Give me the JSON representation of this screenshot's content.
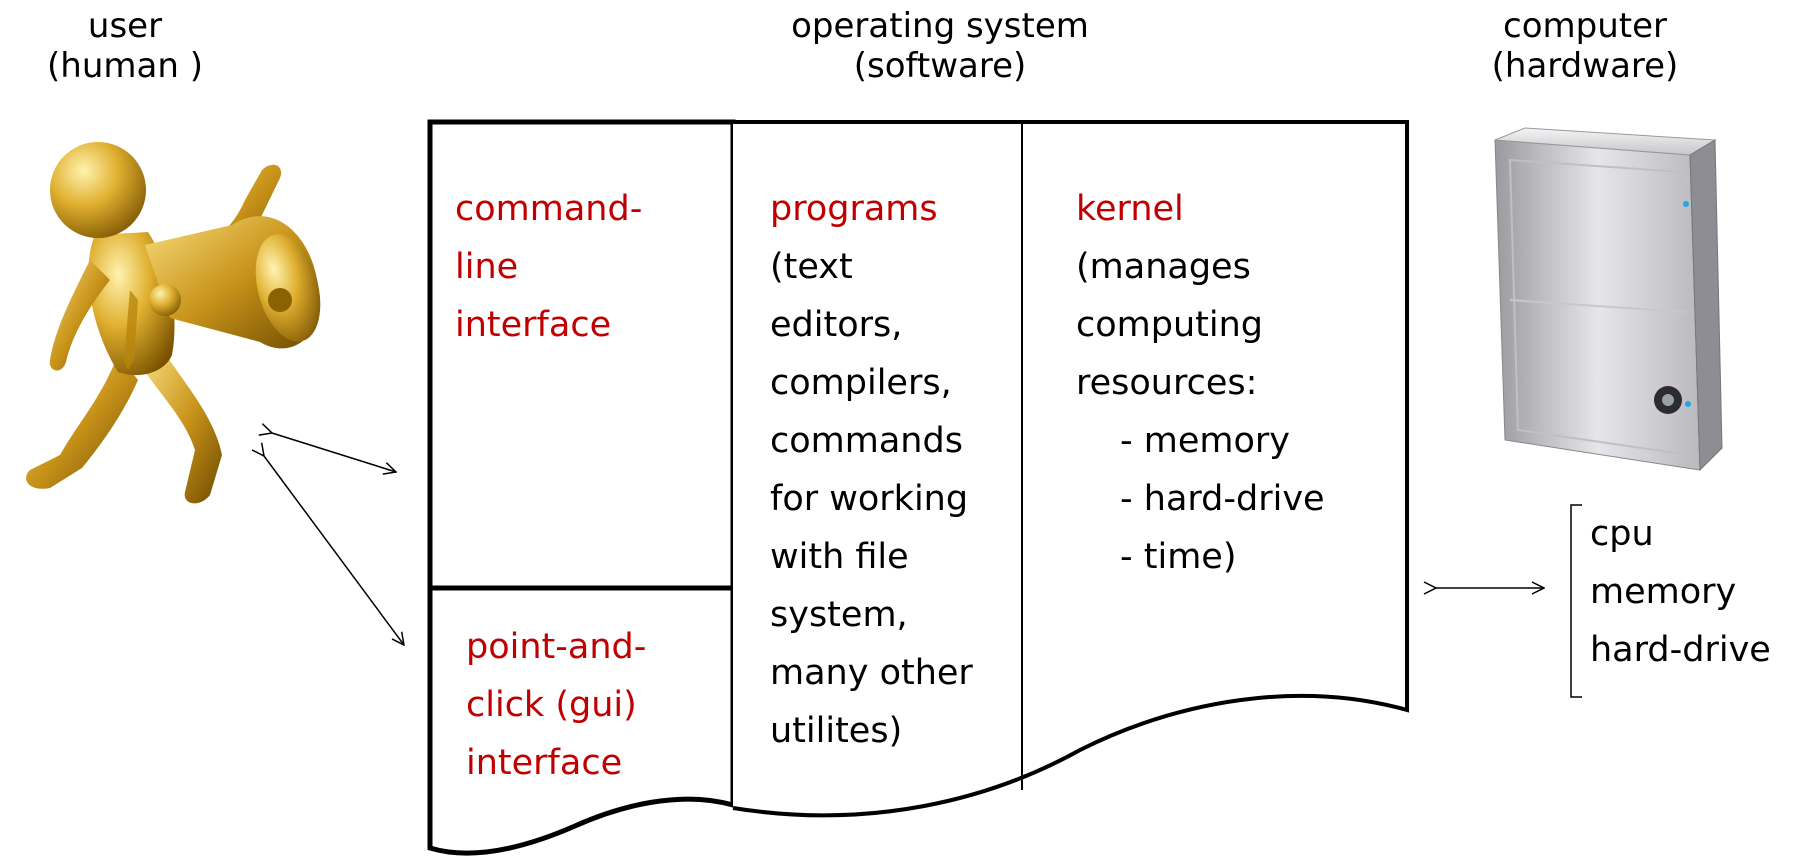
{
  "headers": {
    "user": [
      "user",
      "(human )"
    ],
    "os": [
      "operating system",
      "(software)"
    ],
    "computer": [
      "computer",
      "(hardware)"
    ]
  },
  "os_sections": {
    "cli": {
      "title_lines": [
        "command-",
        "line",
        "interface"
      ]
    },
    "gui": {
      "title_lines": [
        "point-and-",
        "click (gui)",
        "interface"
      ]
    },
    "programs": {
      "title": "programs",
      "body_lines": [
        "(text",
        "editors,",
        "compilers,",
        "commands",
        "for working",
        "with file",
        "system,",
        "many other",
        "utilites)"
      ]
    },
    "kernel": {
      "title": "kernel",
      "body_lines": [
        "(manages",
        "computing",
        "resources:",
        "- memory",
        "- hard-drive",
        "- time)"
      ]
    }
  },
  "hardware_items": [
    "cpu",
    "memory",
    "hard-drive"
  ],
  "colors": {
    "accent_red": "#c00000",
    "line": "#000000",
    "gold": "#d4a017"
  },
  "icons": {
    "user": "gold-figure-megaphone-icon",
    "computer": "computer-tower-icon"
  }
}
